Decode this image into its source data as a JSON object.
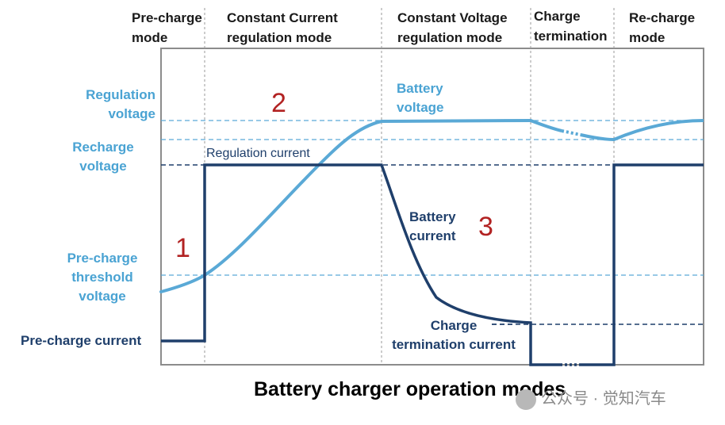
{
  "modes": [
    {
      "line1": "Pre-charge",
      "line2": "mode"
    },
    {
      "line1": "Constant Current",
      "line2": "regulation mode"
    },
    {
      "line1": "Constant Voltage",
      "line2": "regulation mode"
    },
    {
      "line1": "Charge",
      "line2": "termination"
    },
    {
      "line1": "Re-charge",
      "line2": "mode"
    }
  ],
  "levels": {
    "regulation_voltage": [
      "Regulation",
      "voltage"
    ],
    "recharge_voltage": [
      "Recharge",
      "voltage"
    ],
    "precharge_threshold": [
      "Pre-charge",
      "threshold",
      "voltage"
    ],
    "precharge_current": "Pre-charge current"
  },
  "curve_labels": {
    "regulation_current": "Regulation current",
    "battery_voltage": [
      "Battery",
      "voltage"
    ],
    "battery_current": [
      "Battery",
      "current"
    ],
    "termination_current": [
      "Charge",
      "termination current"
    ]
  },
  "region_numbers": [
    "1",
    "2",
    "3"
  ],
  "title": "Battery charger operation modes",
  "watermark": "公众号 · 觉知汽车",
  "colors": {
    "voltage": "#5aa9d6",
    "current": "#1f3f6b",
    "number": "#b22222"
  }
}
